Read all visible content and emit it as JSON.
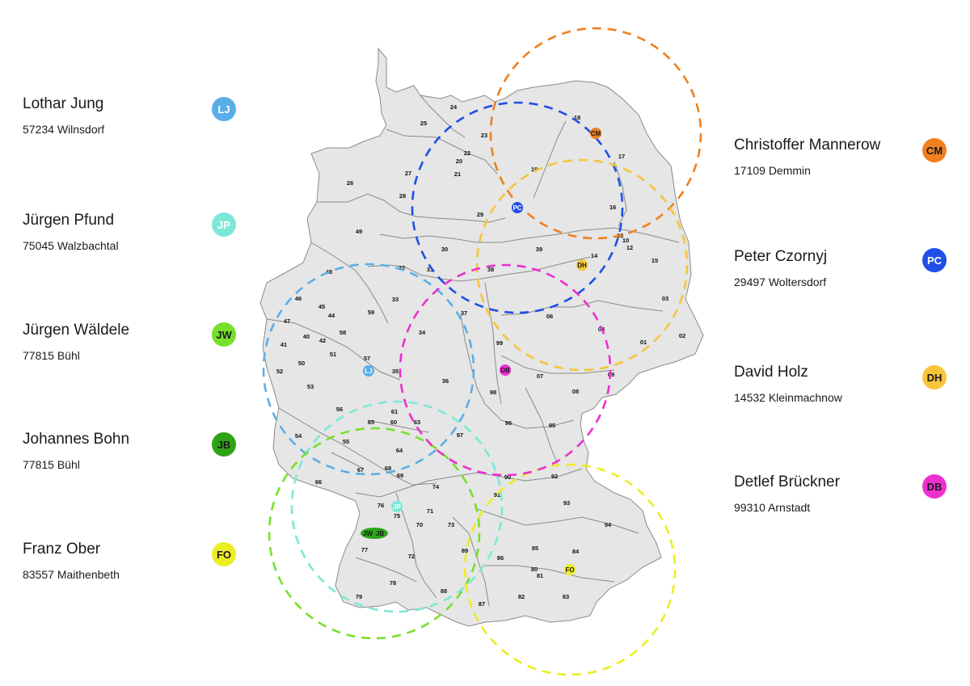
{
  "people": [
    {
      "id": "lj",
      "name": "Lothar Jung",
      "city": "57234 Wilnsdorf",
      "initials": "LJ",
      "color": "#5aaee8",
      "text_color": "#ffffff"
    },
    {
      "id": "jp",
      "name": "Jürgen Pfund",
      "city": "75045 Walzbachtal",
      "initials": "JP",
      "color": "#7de8d8",
      "text_color": "#ffffff"
    },
    {
      "id": "jw",
      "name": "Jürgen Wäldele",
      "city": "77815 Bühl",
      "initials": "JW",
      "color": "#77e02a",
      "text_color": "#1a1a1a"
    },
    {
      "id": "jb",
      "name": "Johannes Bohn",
      "city": "77815 Bühl",
      "initials": "JB",
      "color": "#2ea31a",
      "text_color": "#1a1a1a"
    },
    {
      "id": "fo",
      "name": "Franz Ober",
      "city": "83557 Maithenbeth",
      "initials": "FO",
      "color": "#eded24",
      "text_color": "#1a1a1a"
    },
    {
      "id": "cm",
      "name": "Christoffer Mannerow",
      "city": "17109 Demmin",
      "initials": "CM",
      "color": "#f07f1e",
      "text_color": "#1a1a1a"
    },
    {
      "id": "pc",
      "name": "Peter Czornyj",
      "city": "29497 Woltersdorf",
      "initials": "PC",
      "color": "#1f4fe6",
      "text_color": "#ffffff"
    },
    {
      "id": "dh",
      "name": "David Holz",
      "city": "14532 Kleinmachnow",
      "initials": "DH",
      "color": "#f7c43a",
      "text_color": "#1a1a1a"
    },
    {
      "id": "db",
      "name": "Detlef Brückner",
      "city": "99310 Arnstadt",
      "initials": "DB",
      "color": "#ee2fd0",
      "text_color": "#1a1a1a"
    }
  ],
  "map": {
    "land_color": "#e5e6e5",
    "border_color": "#8a8a8a",
    "postal_regions": [
      "01",
      "02",
      "03",
      "04",
      "06",
      "07",
      "08",
      "09",
      "10",
      "12",
      "13",
      "14",
      "15",
      "16",
      "17",
      "18",
      "19",
      "20",
      "21",
      "22",
      "23",
      "24",
      "25",
      "26",
      "27",
      "28",
      "29",
      "30",
      "31",
      "32",
      "33",
      "34",
      "35",
      "36",
      "37",
      "38",
      "39",
      "40",
      "41",
      "42",
      "44",
      "45",
      "46",
      "47",
      "48",
      "49",
      "50",
      "51",
      "52",
      "53",
      "54",
      "55",
      "56",
      "57",
      "58",
      "59",
      "60",
      "61",
      "63",
      "64",
      "65",
      "66",
      "67",
      "68",
      "69",
      "70",
      "71",
      "72",
      "73",
      "74",
      "75",
      "76",
      "77",
      "78",
      "79",
      "80",
      "81",
      "82",
      "83",
      "84",
      "85",
      "86",
      "87",
      "88",
      "89",
      "90",
      "91",
      "92",
      "93",
      "94",
      "95",
      "96",
      "97",
      "98",
      "99"
    ]
  }
}
